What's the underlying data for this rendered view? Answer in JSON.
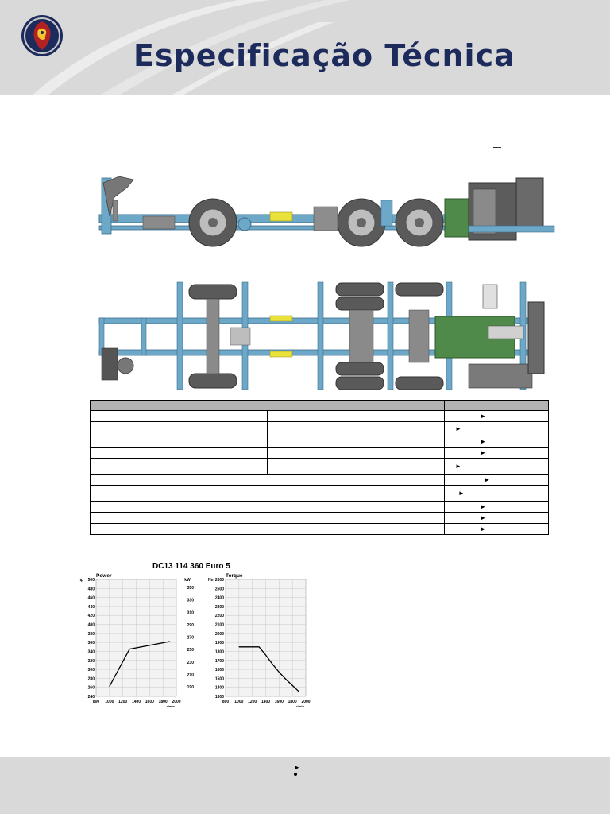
{
  "header": {
    "title": "Especificação Técnica",
    "brand": "Scania",
    "brand_color": "#1c2a5c"
  },
  "spec_table": {
    "rows": [
      {
        "type": "three-col",
        "arrow_pos": 0.34
      },
      {
        "type": "three-col",
        "arrow_pos": 0.1
      },
      {
        "type": "three-col",
        "arrow_pos": 0.34
      },
      {
        "type": "three-col",
        "arrow_pos": 0.34
      },
      {
        "type": "three-col",
        "arrow_pos": 0.1
      },
      {
        "type": "two-col",
        "arrow_pos": 0.38
      },
      {
        "type": "two-col",
        "arrow_pos": 0.13
      },
      {
        "type": "two-col",
        "arrow_pos": 0.34
      },
      {
        "type": "two-col",
        "arrow_pos": 0.34
      },
      {
        "type": "two-col",
        "arrow_pos": 0.34
      }
    ],
    "arrow_glyph": "►"
  },
  "chart_data": {
    "type": "line",
    "title": "DC13 114 360 Euro 5",
    "panels": [
      {
        "name": "Power",
        "xlabel": "r/min",
        "x_ticks": [
          800,
          1000,
          1200,
          1400,
          1600,
          1800,
          2000
        ],
        "xlim": [
          800,
          2000
        ],
        "ylabel_left": "hp",
        "ylim_left": [
          240,
          500
        ],
        "y_ticks_left": [
          240,
          260,
          280,
          300,
          320,
          340,
          360,
          380,
          400,
          420,
          440,
          460,
          480,
          500
        ],
        "ylabel_right": "kW",
        "y_ticks_right": [
          190,
          210,
          230,
          250,
          270,
          290,
          310,
          330,
          350
        ],
        "series": [
          {
            "x": [
              1000,
              1300,
              1900
            ],
            "y": [
              262,
              345,
              362
            ]
          }
        ]
      },
      {
        "name": "Torque",
        "xlabel": "r/min",
        "x_ticks": [
          800,
          1000,
          1200,
          1400,
          1600,
          1800,
          2000
        ],
        "xlim": [
          800,
          2000
        ],
        "ylabel_left": "Nm",
        "ylim_left": [
          1300,
          2600
        ],
        "y_ticks_left": [
          1300,
          1400,
          1500,
          1600,
          1700,
          1800,
          1900,
          2000,
          2100,
          2200,
          2300,
          2400,
          2500,
          2600
        ],
        "series": [
          {
            "x": [
              1000,
              1300,
              1400,
              1500,
              1600,
              1700,
              1800,
              1900
            ],
            "y": [
              1850,
              1850,
              1760,
              1660,
              1570,
              1490,
              1420,
              1350
            ]
          }
        ]
      }
    ]
  },
  "footer": {
    "arrow_glyph": "►"
  },
  "colors": {
    "chassis_frame": "#6ea8c9",
    "tyre": "#5a5a5a",
    "engine": "#4f8a4a",
    "header_bg": "#d9d9d9",
    "table_head": "#b3b3b3"
  }
}
